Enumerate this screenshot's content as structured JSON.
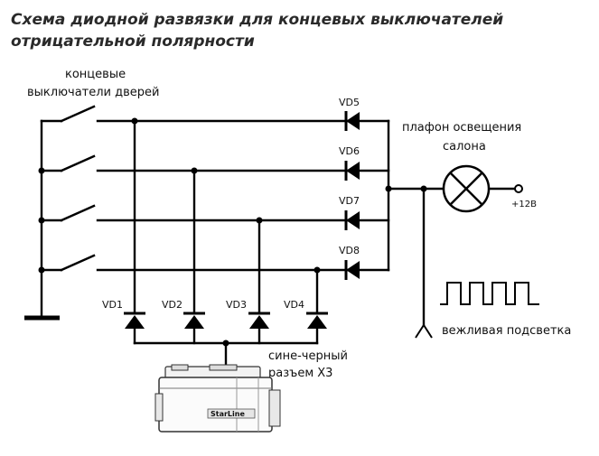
{
  "title": {
    "line1": "Схема диодной развязки для концевых выключателей",
    "line2": "отрицательной полярности"
  },
  "labels": {
    "door_switches_1": "концевые",
    "door_switches_2": "выключатели дверей",
    "lamp_1": "плафон освещения",
    "lamp_2": "салона",
    "supply": "+12В",
    "courtesy": "вежливая подсветка",
    "connector_1": "сине-черный",
    "connector_2": "разъем Х3",
    "brand": "StarLine"
  },
  "diodes_right": [
    "VD5",
    "VD6",
    "VD7",
    "VD8"
  ],
  "diodes_bottom": [
    "VD1",
    "VD2",
    "VD3",
    "VD4"
  ]
}
